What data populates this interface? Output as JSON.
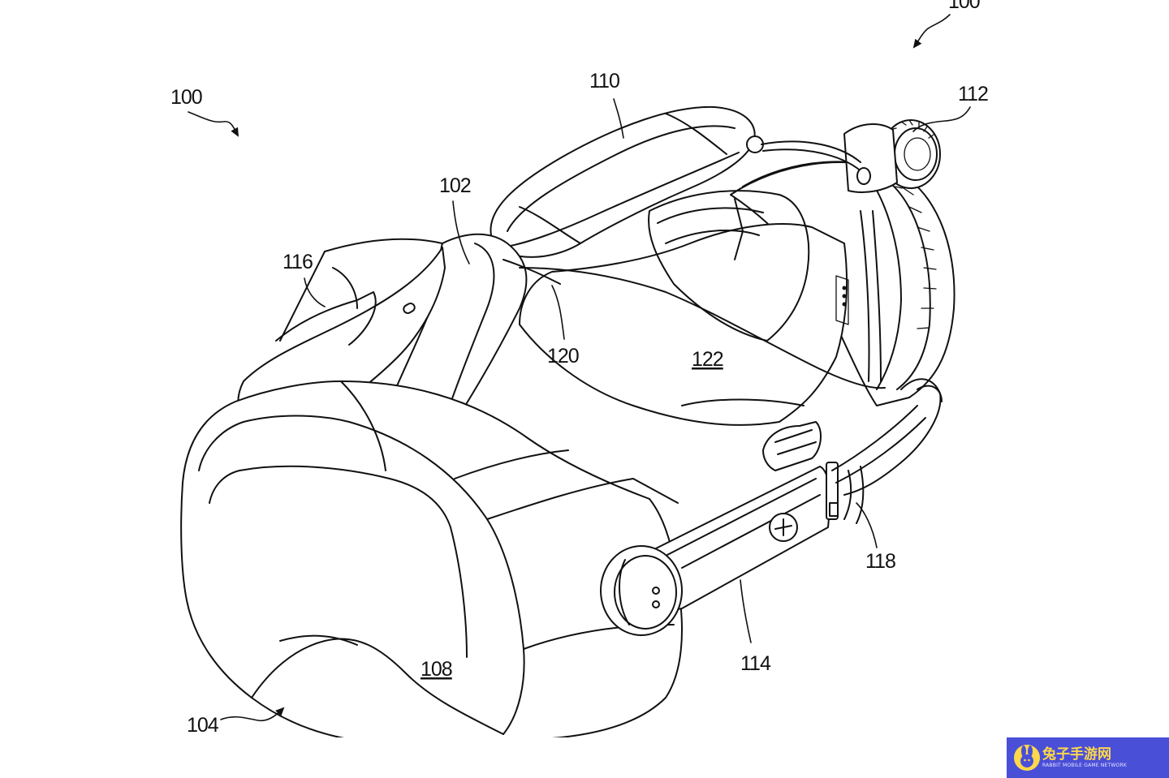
{
  "figure": {
    "reference_numerals": {
      "device": "100",
      "device_top": "100",
      "top_strap": "102",
      "front_unit": "104",
      "front_cover": "108",
      "head_strap": "110",
      "adjust_knob": "112",
      "side_arm": "114",
      "side_panel": "116",
      "rear_cable": "118",
      "strap_edge": "120",
      "interior": "122"
    }
  },
  "watermark": {
    "title": "兔子手游网",
    "subtitle": "RABBIT MOBILE GAME NETWORK",
    "logo_icon": "rabbit-icon",
    "background_color": "#4a4fd8",
    "title_color": "#ffd84a"
  }
}
